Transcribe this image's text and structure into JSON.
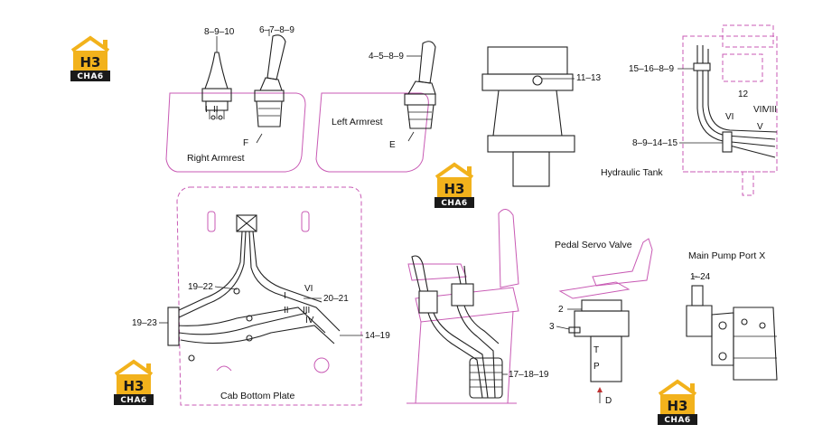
{
  "logo": {
    "mark": "H3",
    "brand": "CHA6",
    "colors": {
      "roof": "#f2b21c",
      "plate": "#1a1a1a"
    }
  },
  "callouts": {
    "c1": "8–9–10",
    "c2": "6–7–8–9",
    "c3": "4–5–8–9",
    "c4": "11–13",
    "c5": "15–16–8–9",
    "c6": "12",
    "c7": "8–9–14–15",
    "c8": "F",
    "c9": "E",
    "c10": "19–22",
    "c11": "19–23",
    "c12": "20–21",
    "c13": "14–19",
    "c14": "17–18–19",
    "c15": "2",
    "c16": "3",
    "c17": "1–24",
    "c18": "D",
    "c19": "T",
    "c20": "P",
    "c21": "VI",
    "c22": "VII",
    "c23": "VIII",
    "c24": "V",
    "c25": "I",
    "c26": "II",
    "c27": "III",
    "c28": "IV"
  },
  "titles": {
    "right_armrest": "Right Armrest",
    "left_armrest": "Left Armrest",
    "hydraulic_tank": "Hydraulic Tank",
    "cab_bottom_plate": "Cab Bottom Plate",
    "pedal_servo_valve": "Pedal Servo Valve",
    "main_pump_port": "Main Pump Port X"
  }
}
